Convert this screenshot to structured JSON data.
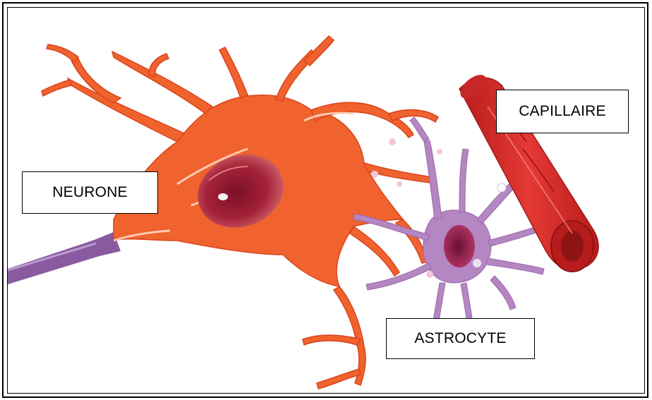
{
  "labels": {
    "neurone": "NEURONE",
    "capillaire": "CAPILLAIRE",
    "astrocyte": "ASTROCYTE"
  },
  "colors": {
    "neuron": "#f0622e",
    "neuron_dark": "#d9451d",
    "nucleus": "#a52238",
    "capillary": "#d8322a",
    "astrocyte": "#b486c2",
    "axon": "#8a5aa0"
  }
}
